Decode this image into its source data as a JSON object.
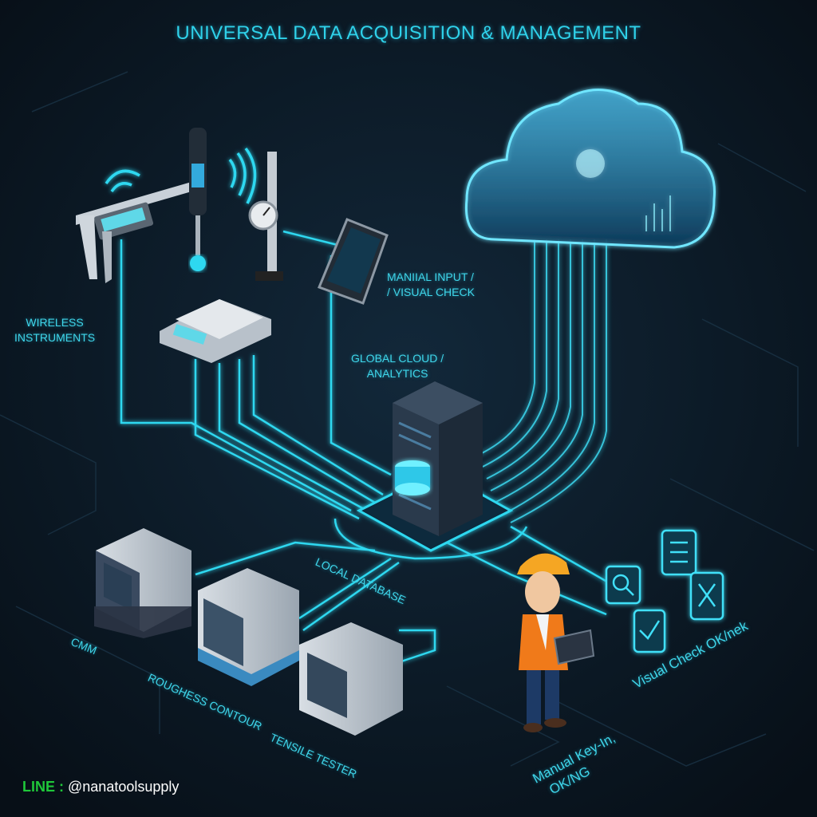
{
  "title": "UNIVERSAL DATA ACQUISITION & MANAGEMENT",
  "labels": {
    "wireless": [
      "WIRELESS",
      "INSTRUMENTS"
    ],
    "manual_input": [
      "MANIIAL INPUT /",
      "/ VISUAL CHECK"
    ],
    "global_cloud": [
      "GLOBAL CLOUD /",
      "ANALYTICS"
    ],
    "local_database": "LOCAL DATABASE",
    "cmm": "CMM",
    "roughness": "ROUGHESS CONTOUR",
    "tensile": "TENSILE TESTER",
    "visual_check": "Visual Check OK/nek",
    "manual_key_in": [
      "Manual Key-In,",
      "OK/NG"
    ]
  },
  "footer": {
    "line_label": "LINE :",
    "handle": "@nanatoolsupply"
  },
  "colors": {
    "accent": "#2fd2ea",
    "background": "#0a1520",
    "line_green": "#1fc83a"
  }
}
